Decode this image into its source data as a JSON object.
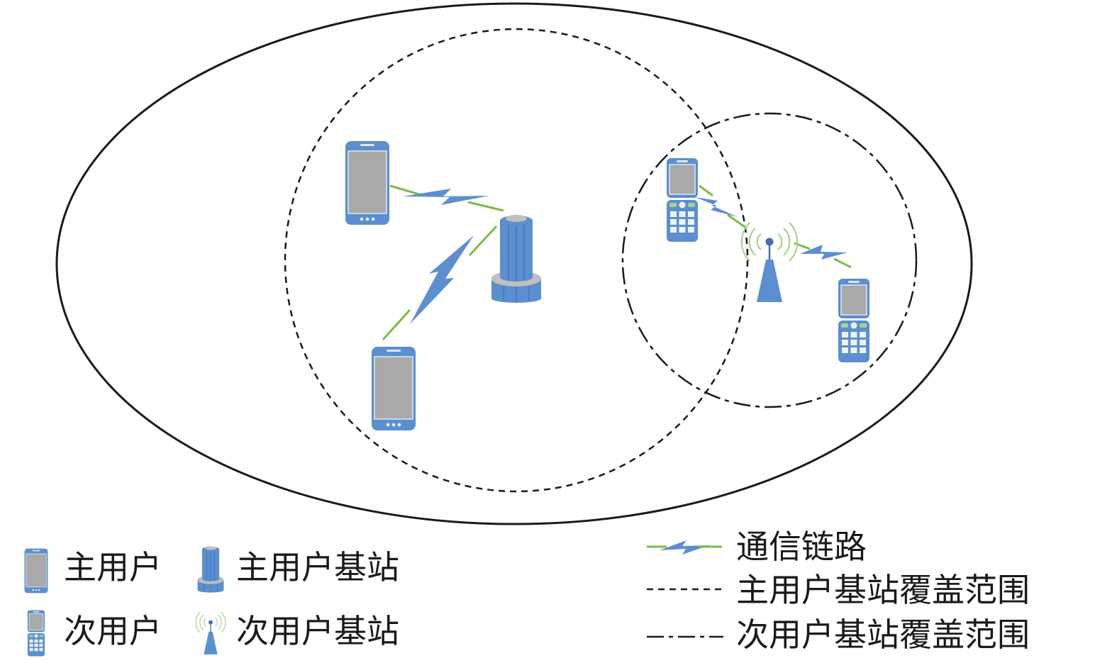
{
  "colors": {
    "device_blue": "#5b8fcf",
    "device_blue_dark": "#3f70b0",
    "screen_gray": "#a9a9a9",
    "link_green": "#7dbb47",
    "outline_black": "#1a1a1a"
  },
  "icons": {
    "primary_user": "smartphone-icon",
    "primary_base_station": "cylinder-tower-icon",
    "secondary_user": "flip-phone-icon",
    "secondary_base_station": "antenna-tower-icon",
    "link": "lightning-link-icon"
  },
  "legend": {
    "primary_user": "主用户",
    "primary_base_station": "主用户基站",
    "secondary_user": "次用户",
    "secondary_base_station": "次用户基站",
    "communication_link": "通信链路",
    "primary_coverage": "主用户基站覆盖范围",
    "secondary_coverage": "次用户基站覆盖范围"
  }
}
